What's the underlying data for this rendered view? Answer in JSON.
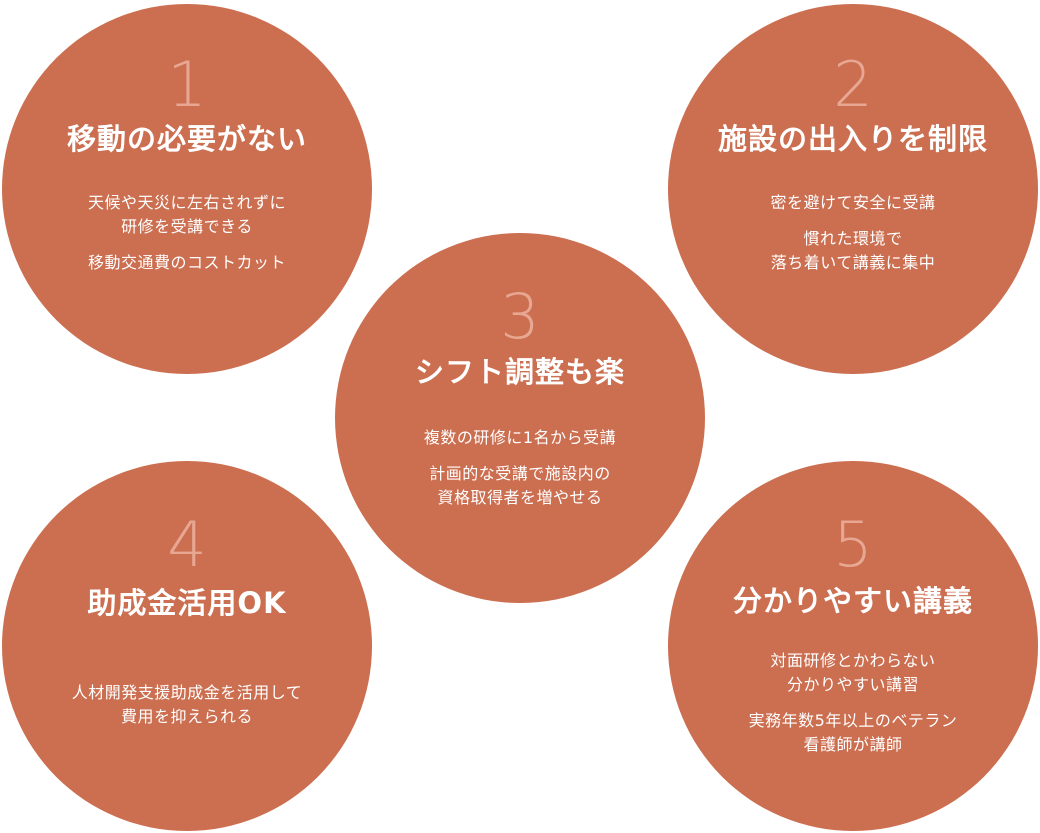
{
  "colors": {
    "circle_fill": "#cc6e50",
    "number_color": "#e7a792",
    "text_color": "#ffffff"
  },
  "items": [
    {
      "number": "1",
      "title": "移動の必要がない",
      "lines": [
        "天候や天災に左右されずに\n研修を受講できる",
        "移動交通費のコストカット"
      ]
    },
    {
      "number": "2",
      "title": "施設の出入りを制限",
      "lines": [
        "密を避けて安全に受講",
        "慣れた環境で\n落ち着いて講義に集中"
      ]
    },
    {
      "number": "3",
      "title": "シフト調整も楽",
      "lines": [
        "複数の研修に1名から受講",
        "計画的な受講で施設内の\n資格取得者を増やせる"
      ]
    },
    {
      "number": "4",
      "title": "助成金活用OK",
      "lines": [
        "人材開発支援助成金を活用して\n費用を抑えられる"
      ]
    },
    {
      "number": "5",
      "title": "分かりやすい講義",
      "lines": [
        "対面研修とかわらない\n分かりやすい講習",
        "実務年数5年以上のベテラン\n看護師が講師"
      ]
    }
  ]
}
